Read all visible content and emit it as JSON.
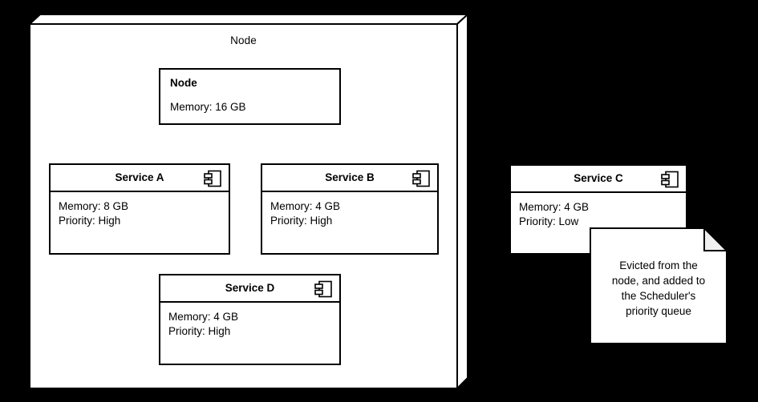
{
  "diagram": {
    "background_color": "#000000",
    "stroke_color": "#000000",
    "fill_color": "#FFFFFF",
    "fold_color": "#F0F0F0"
  },
  "node_container": {
    "label": "Node",
    "shape": "3d-box"
  },
  "node_spec": {
    "title": "Node",
    "body": "Memory: 16 GB"
  },
  "components": [
    {
      "name": "Service A",
      "icon": "uml-component-icon",
      "memory": "Memory: 8 GB",
      "priority": "Priority: High"
    },
    {
      "name": "Service B",
      "icon": "uml-component-icon",
      "memory": "Memory: 4 GB",
      "priority": "Priority: High"
    },
    {
      "name": "Service D",
      "icon": "uml-component-icon",
      "memory": "Memory: 4 GB",
      "priority": "Priority: High"
    },
    {
      "name": "Service C",
      "icon": "uml-component-icon",
      "memory": "Memory: 4 GB",
      "priority": "Priority: Low"
    }
  ],
  "note": {
    "line1": "Evicted from the",
    "line2": "node, and added to",
    "line3": "the Scheduler's",
    "line4": "priority queue"
  }
}
